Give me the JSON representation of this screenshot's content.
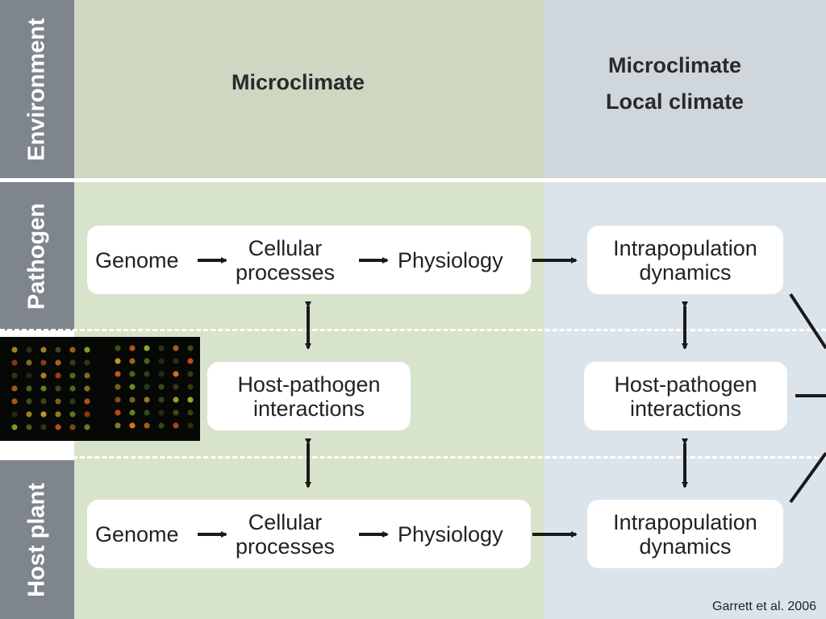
{
  "rows": {
    "environment": "Environment",
    "pathogen": "Pathogen",
    "host_plant": "Host plant"
  },
  "environment": {
    "left_title": "Microclimate",
    "right_line1": "Microclimate",
    "right_line2": "Local climate"
  },
  "pathogen_chain": {
    "genome": "Genome",
    "cellular_1": "Cellular",
    "cellular_2": "processes",
    "physiology": "Physiology",
    "intrapop_1": "Intrapopulation",
    "intrapop_2": "dynamics"
  },
  "interactions": {
    "left_1": "Host-pathogen",
    "left_2": "interactions",
    "right_1": "Host-pathogen",
    "right_2": "interactions"
  },
  "host_chain": {
    "genome": "Genome",
    "cellular_1": "Cellular",
    "cellular_2": "processes",
    "physiology": "Physiology",
    "intrapop_1": "Intrapopulation",
    "intrapop_2": "dynamics"
  },
  "credit": "Garrett et al. 2006",
  "colors": {
    "sidebar": "#7e858c",
    "env_left": "#cdd7c2",
    "env_right": "#cfd7dd",
    "body_left": "#d8e3cb",
    "body_right": "#dbe4ea",
    "arrow": "#1a1a1a"
  }
}
